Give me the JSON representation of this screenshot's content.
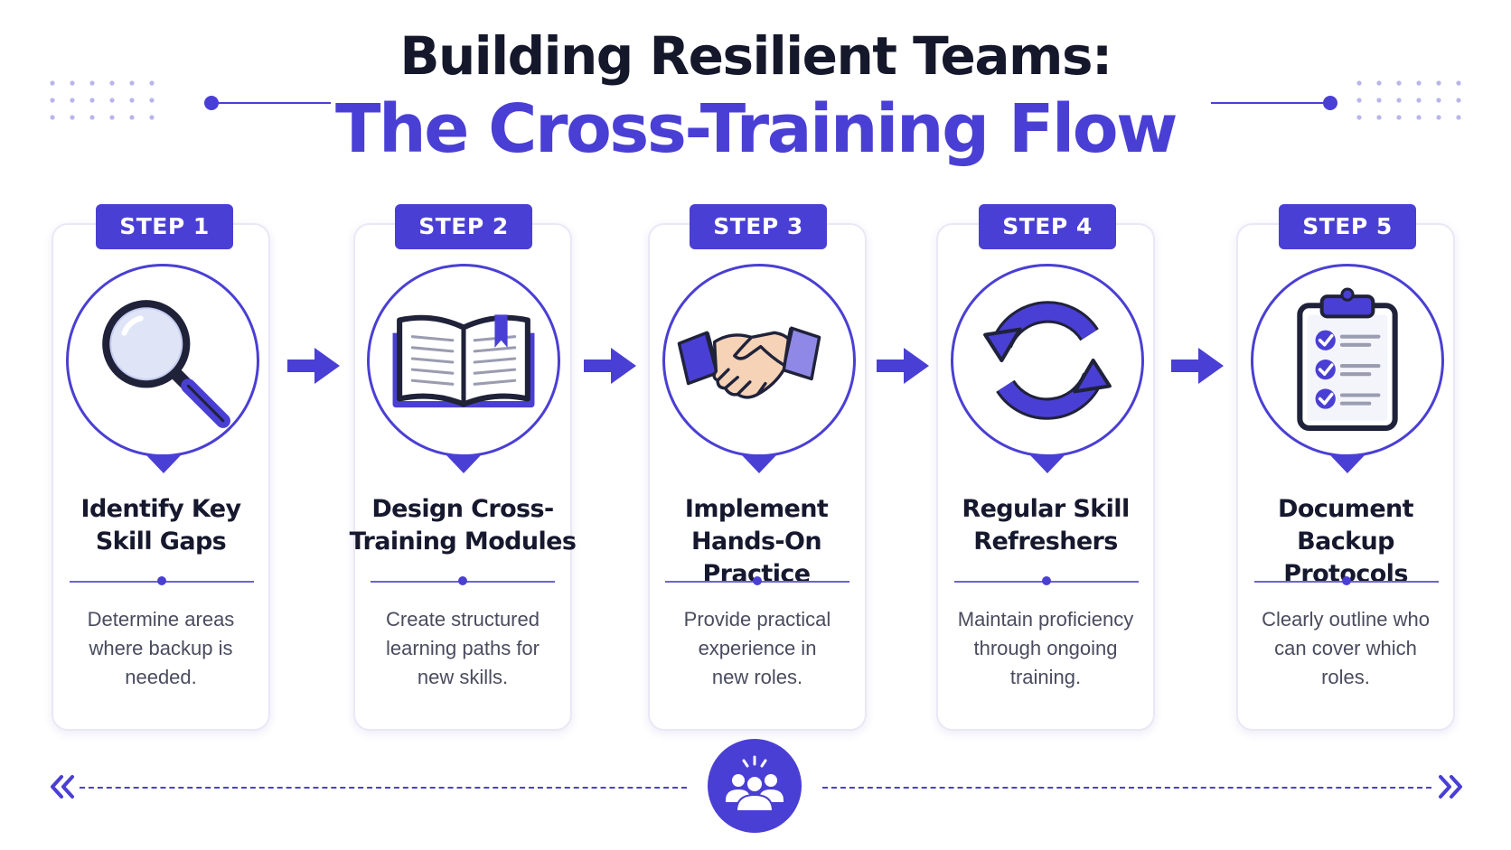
{
  "header": {
    "title_line1": "Building Resilient Teams:",
    "title_line2": "The Cross-Training Flow"
  },
  "colors": {
    "accent": "#4a3fd4",
    "text_dark": "#16182e",
    "text_muted": "#4a4b5e"
  },
  "steps": [
    {
      "badge": "STEP 1",
      "icon": "magnifying-glass-icon",
      "title": [
        "Identify Key",
        "Skill Gaps"
      ],
      "description": [
        "Determine areas",
        "where backup is",
        "needed."
      ]
    },
    {
      "badge": "STEP 2",
      "icon": "open-book-icon",
      "title": [
        "Design Cross-",
        "Training Modules"
      ],
      "description": [
        "Create structured",
        "learning paths for",
        "new skills."
      ]
    },
    {
      "badge": "STEP 3",
      "icon": "handshake-icon",
      "title": [
        "Implement",
        "Hands-On Practice"
      ],
      "description": [
        "Provide practical",
        "experience in",
        "new roles."
      ]
    },
    {
      "badge": "STEP 4",
      "icon": "refresh-cycle-icon",
      "title": [
        "Regular Skill",
        "Refreshers"
      ],
      "description": [
        "Maintain proficiency",
        "through ongoing",
        "training."
      ]
    },
    {
      "badge": "STEP 5",
      "icon": "clipboard-checklist-icon",
      "title": [
        "Document Backup",
        "Protocols"
      ],
      "description": [
        "Clearly outline who",
        "can cover which",
        "roles."
      ]
    }
  ],
  "footer": {
    "icon": "team-icon"
  }
}
